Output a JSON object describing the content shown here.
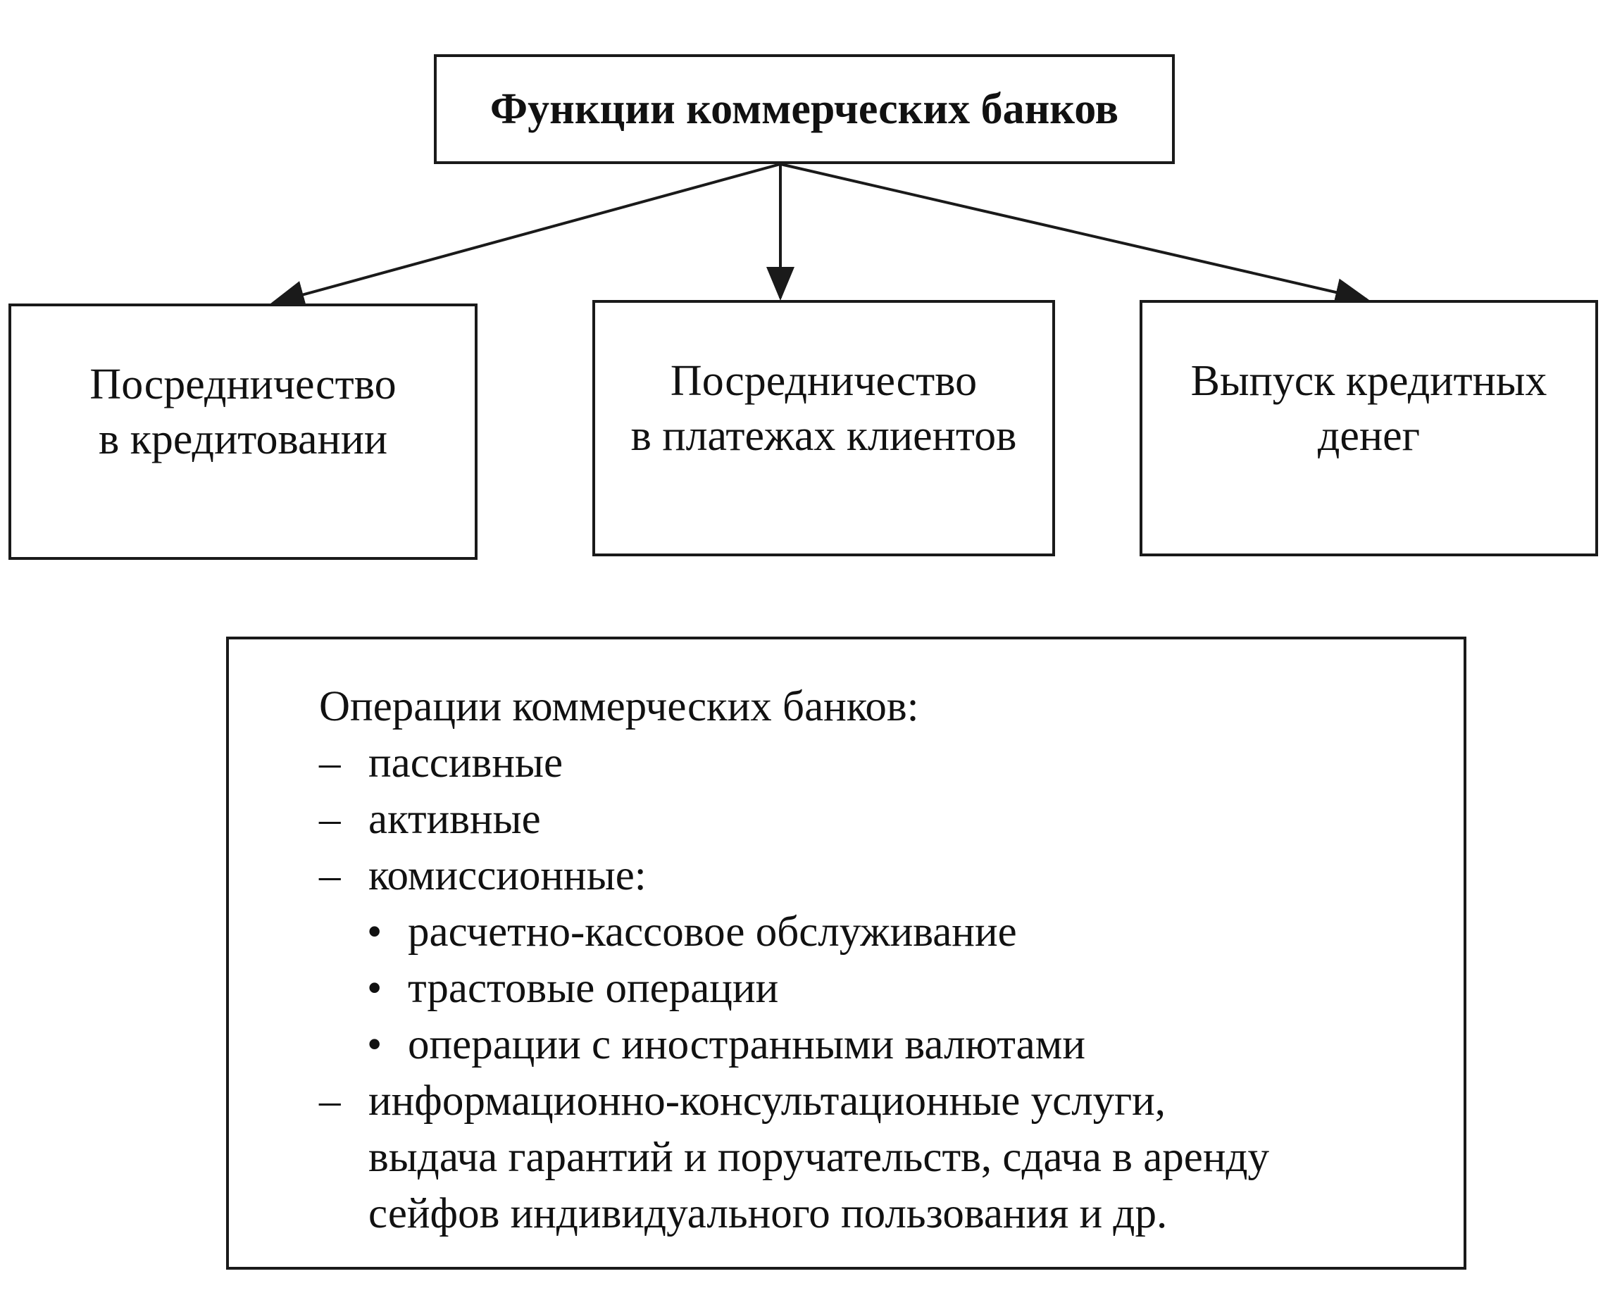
{
  "title": "Функции коммерческих банков",
  "functions": [
    {
      "lines": [
        "Посредничество",
        "в кредитовании"
      ]
    },
    {
      "lines": [
        "Посредничество",
        "в платежах клиентов"
      ]
    },
    {
      "lines": [
        "Выпуск кредитных",
        "денег"
      ]
    }
  ],
  "operations": {
    "heading": "Операции коммерческих банков:",
    "dash": "–",
    "bullet": "•",
    "items": [
      "пассивные",
      "активные",
      "комиссионные:"
    ],
    "sub_items": [
      "расчетно-кассовое обслуживание",
      "трастовые операции",
      "операции с иностранными валютами"
    ],
    "other_lines": [
      "информационно-консультационные услуги,",
      "выдача гарантий и поручательств, сдача в аренду",
      "сейфов индивидуального пользования и др."
    ]
  }
}
